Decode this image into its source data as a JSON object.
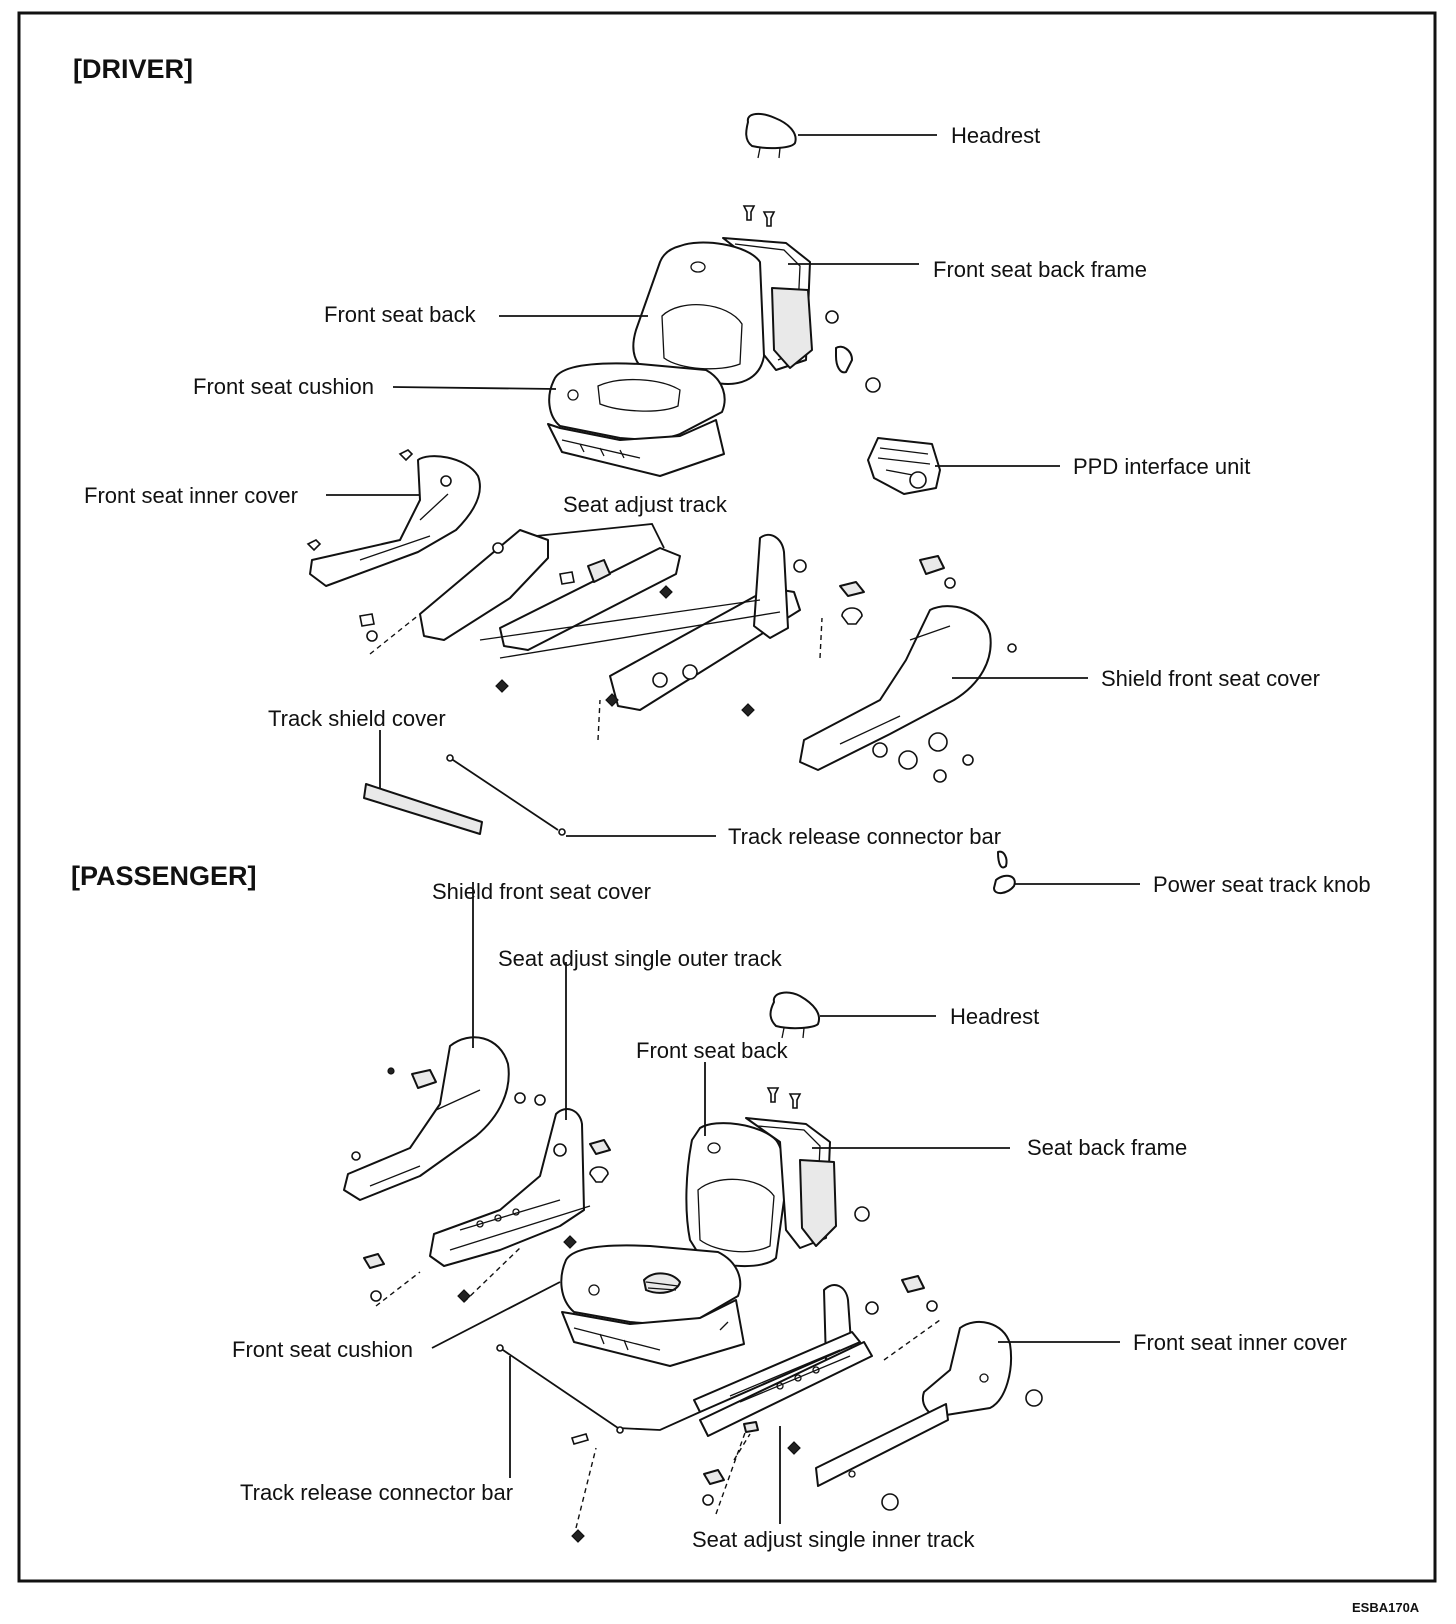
{
  "driver": {
    "section_title": "[DRIVER]",
    "labels": {
      "headrest": "Headrest",
      "front_seat_back_frame": "Front seat back frame",
      "front_seat_back": "Front seat back",
      "front_seat_cushion": "Front seat cushion",
      "ppd_interface_unit": "PPD interface unit",
      "front_seat_inner_cover": "Front seat inner cover",
      "seat_adjust_track": "Seat adjust track",
      "shield_front_seat_cover": "Shield front seat cover",
      "track_shield_cover": "Track shield cover",
      "track_release_connector_bar": "Track release connector bar",
      "power_seat_track_knob": "Power seat track knob"
    }
  },
  "passenger": {
    "section_title": "[PASSENGER]",
    "labels": {
      "shield_front_seat_cover": "Shield front seat cover",
      "seat_adjust_single_outer_track": "Seat adjust single outer track",
      "headrest": "Headrest",
      "front_seat_back": "Front seat back",
      "seat_back_frame": "Seat back frame",
      "front_seat_cushion": "Front seat cushion",
      "front_seat_inner_cover": "Front seat inner cover",
      "track_release_connector_bar": "Track release connector bar",
      "seat_adjust_single_inner_track": "Seat adjust single inner track"
    }
  },
  "figure_code": "ESBA170A"
}
